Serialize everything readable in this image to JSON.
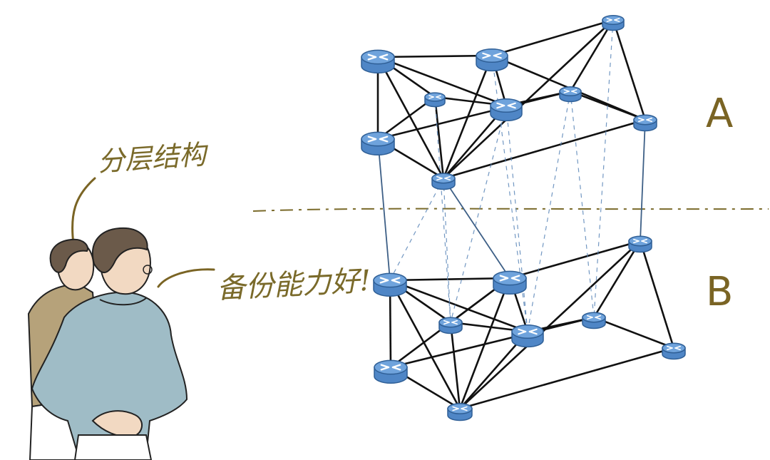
{
  "annotations": {
    "layered_structure": "分层结构",
    "backup_capability": "备份能力好!"
  },
  "layers": {
    "top": "A",
    "bottom": "B"
  },
  "colors": {
    "router_body": "#4f86c6",
    "router_top": "#6fa3dc",
    "router_edge": "#2f5f96",
    "link": "#111111",
    "cross_link": "#3d5f86",
    "dashed_link": "#5a86b8",
    "divider": "#7a6a2a",
    "ink": "#7a6424",
    "shirt_front": "#9fbcc6",
    "shirt_back": "#b6a27a",
    "skin": "#f2d9c2",
    "hair": "#6b5a4a"
  }
}
